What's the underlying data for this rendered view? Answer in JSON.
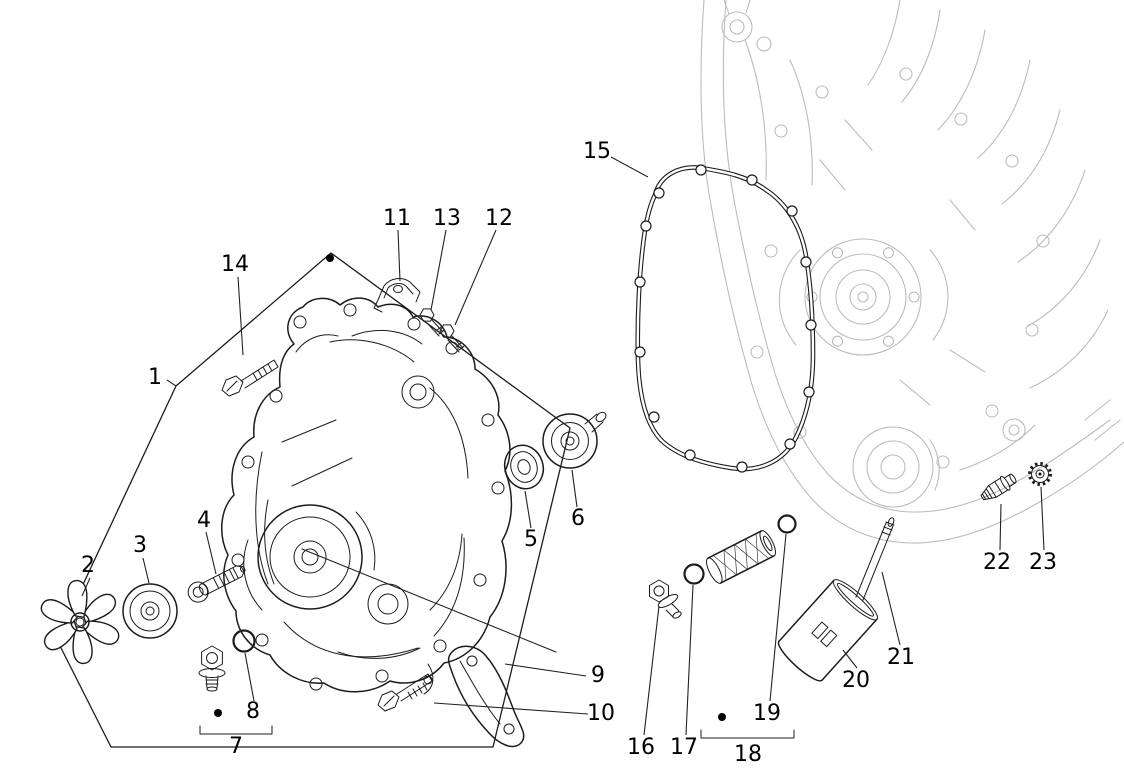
{
  "diagram": {
    "type": "exploded-parts-diagram",
    "callouts": [
      "1",
      "2",
      "3",
      "4",
      "5",
      "6",
      "7",
      "8",
      "9",
      "10",
      "11",
      "12",
      "13",
      "14",
      "15",
      "16",
      "17",
      "18",
      "19",
      "20",
      "21",
      "22",
      "23"
    ],
    "colors": {
      "background": "#ffffff",
      "primary_line": "#1c1c1c",
      "secondary_line": "#bcbcbc"
    }
  }
}
